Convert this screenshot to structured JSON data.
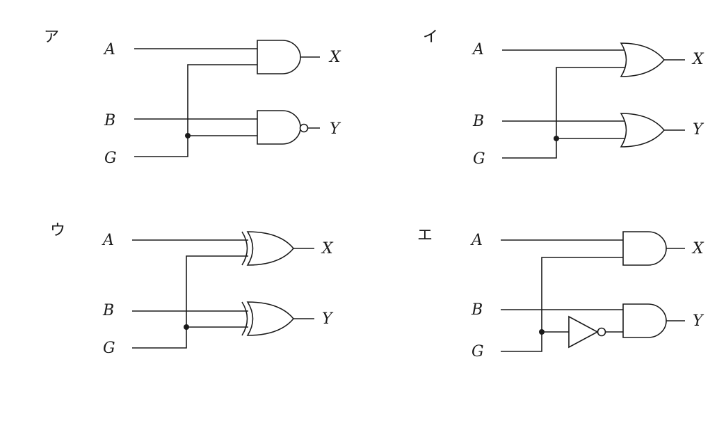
{
  "panels": [
    {
      "label": "ア",
      "inputs": [
        "A",
        "B",
        "G"
      ],
      "outputs": [
        "X",
        "Y"
      ],
      "gate_type": "and-nand"
    },
    {
      "label": "イ",
      "inputs": [
        "A",
        "B",
        "G"
      ],
      "outputs": [
        "X",
        "Y"
      ],
      "gate_type": "or-or"
    },
    {
      "label": "ウ",
      "inputs": [
        "A",
        "B",
        "G"
      ],
      "outputs": [
        "X",
        "Y"
      ],
      "gate_type": "xor-xor"
    },
    {
      "label": "エ",
      "inputs": [
        "A",
        "B",
        "G"
      ],
      "outputs": [
        "X",
        "Y"
      ],
      "gate_type": "and-and-with-not"
    }
  ],
  "colors": {
    "ink": "#1a1a1a",
    "background": "#ffffff"
  }
}
